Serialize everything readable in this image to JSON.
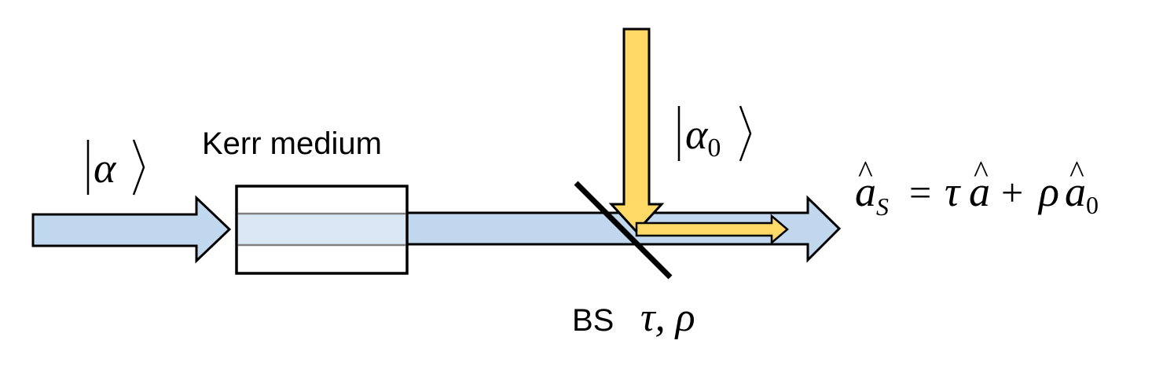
{
  "labels": {
    "input_state": {
      "ket": "α"
    },
    "kerr_medium": "Kerr medium",
    "local_oscillator": {
      "ket": "α",
      "sub": "0"
    },
    "beam_splitter": "BS",
    "bs_params": "τ, ρ",
    "output_mode": {
      "lhs": "a",
      "lhs_sub": "S",
      "eq": "=",
      "tau": "τ",
      "a": "a",
      "plus": "+",
      "rho": "ρ",
      "a0": "a",
      "a0_sub": "0"
    }
  },
  "colors": {
    "signal_beam_fill": "#c0d7ee",
    "signal_beam_stroke": "#000000",
    "kerr_inner_fill": "#dae7f5",
    "kerr_box_stroke": "#000000",
    "lo_beam_fill": "#ffd966",
    "lo_beam_stroke": "#000000",
    "bs_line": "#000000"
  }
}
